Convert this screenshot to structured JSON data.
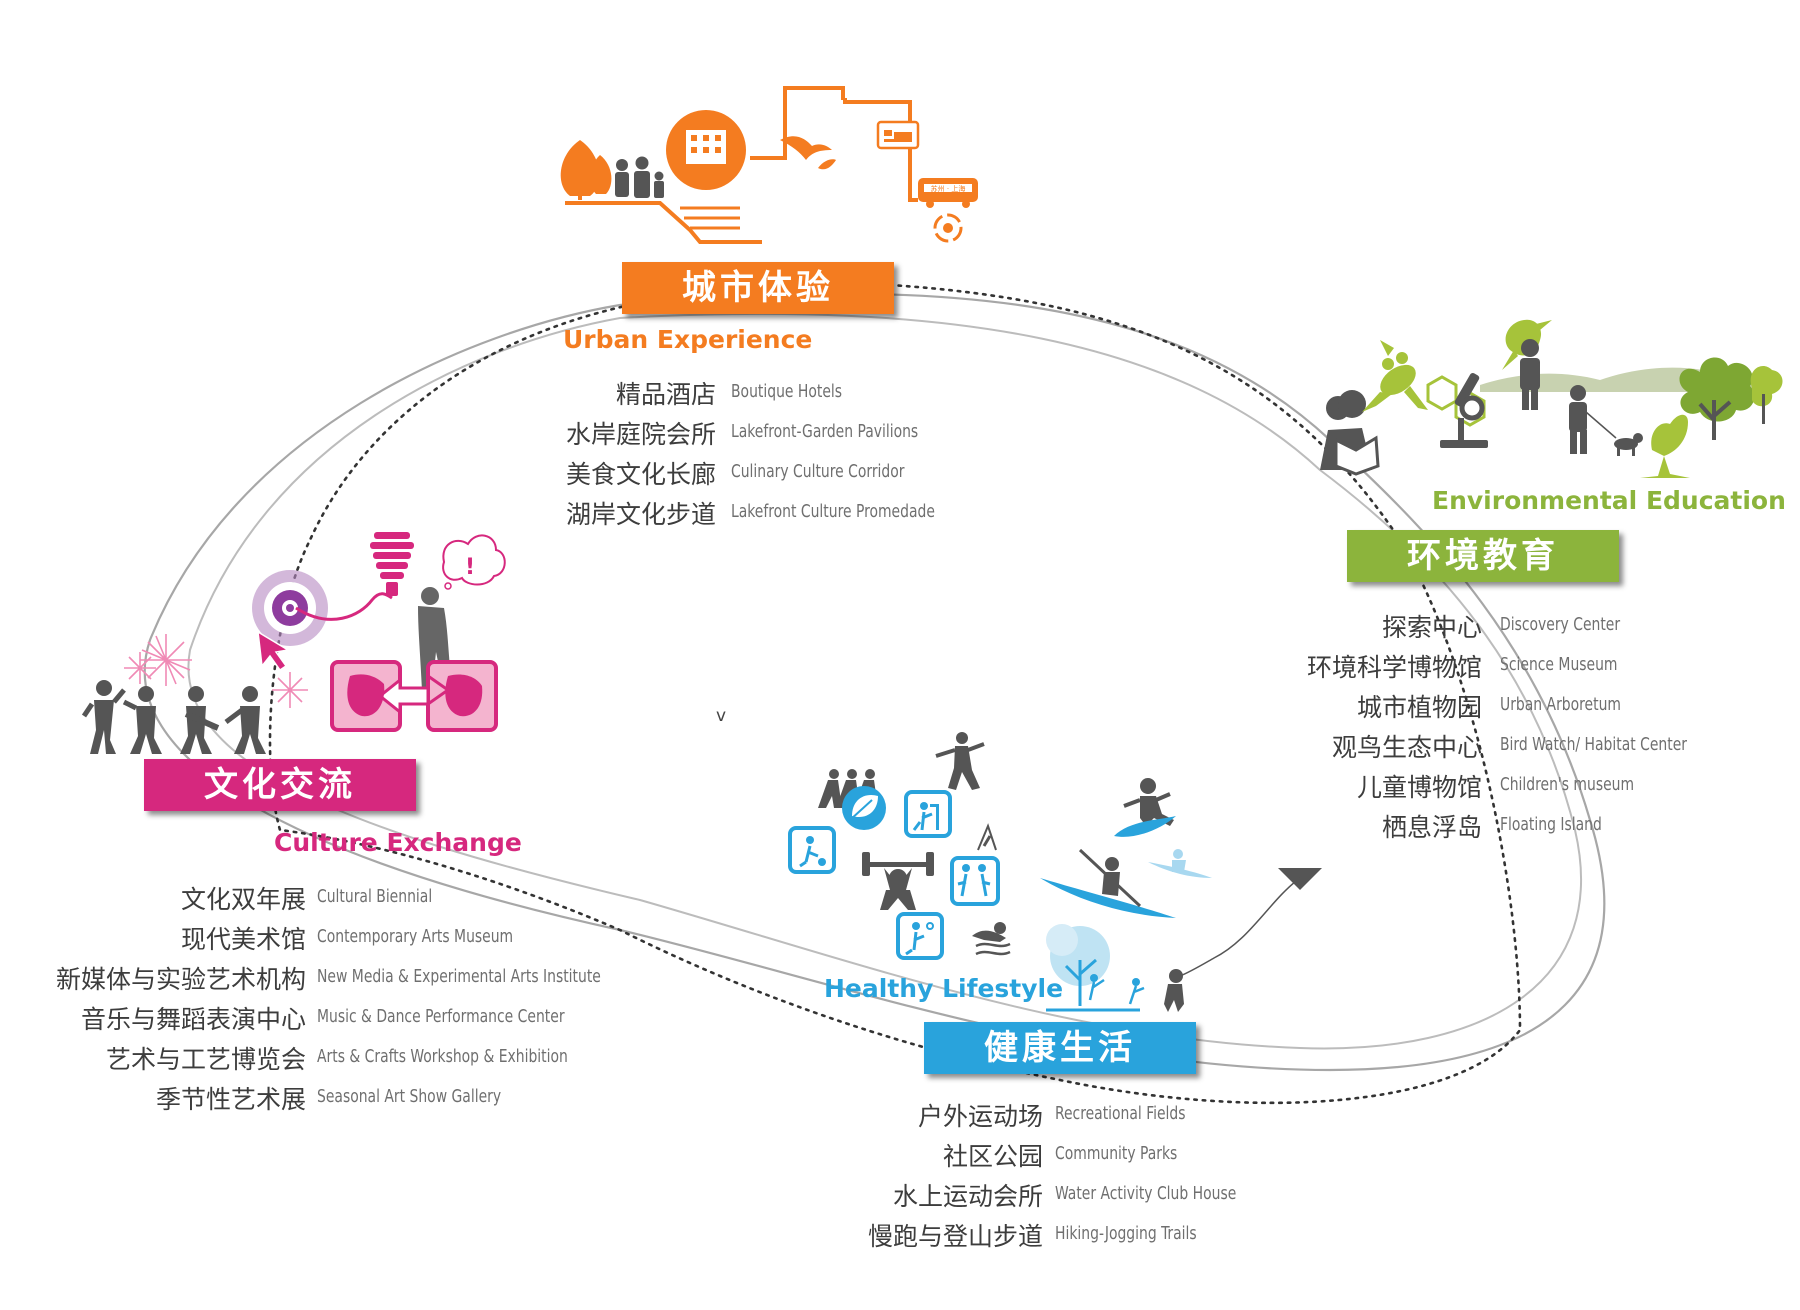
{
  "colors": {
    "urban": "#f47c20",
    "environment": "#8cb43c",
    "culture": "#d6287e",
    "health": "#29a3dc",
    "loop_gray": "#9c9c9c",
    "loop_dotted": "#333333",
    "text_zh": "#3d3d3d",
    "text_en": "#6f6f6f"
  },
  "stray_text": "v",
  "urban": {
    "zh_title": "城市体验",
    "en_title": "Urban Experience",
    "items": [
      {
        "zh": "精品酒店",
        "en": "Boutique Hotels"
      },
      {
        "zh": "水岸庭院会所",
        "en": "Lakefront-Garden Pavilions"
      },
      {
        "zh": "美食文化长廊",
        "en": "Culinary Culture Corridor"
      },
      {
        "zh": "湖岸文化步道",
        "en": "Lakefront Culture Promedade"
      }
    ],
    "icons": [
      "tree-icon",
      "family-icon",
      "building-icon",
      "bird-icon",
      "hotel-icon",
      "bus-icon",
      "recycle-icon",
      "water-icon"
    ],
    "bus_text": "苏州 · 上海"
  },
  "environment": {
    "zh_title": "环境教育",
    "en_title": "Environmental Education",
    "items": [
      {
        "zh": "探索中心",
        "en": "Discovery Center"
      },
      {
        "zh": "环境科学博物馆",
        "en": "Science Museum"
      },
      {
        "zh": "城市植物园",
        "en": "Urban Arboretum"
      },
      {
        "zh": "观鸟生态中心",
        "en": "Bird Watch/ Habitat Center"
      },
      {
        "zh": "儿童博物馆",
        "en": "Children's museum"
      },
      {
        "zh": "栖息浮岛",
        "en": "Floating Island"
      }
    ],
    "icons": [
      "reading-icon",
      "frog-icon",
      "molecule-icon",
      "microscope-icon",
      "bird-icon",
      "person-icon",
      "dog-walker-icon",
      "heron-icon",
      "tree-icon",
      "hills-icon"
    ]
  },
  "culture": {
    "zh_title": "文化交流",
    "en_title": "Culture Exchange",
    "items": [
      {
        "zh": "文化双年展",
        "en": "Cultural Biennial"
      },
      {
        "zh": "现代美术馆",
        "en": "Contemporary Arts Museum"
      },
      {
        "zh": "新媒体与实验艺术机构",
        "en": "New Media & Experimental Arts Institute"
      },
      {
        "zh": "音乐与舞蹈表演中心",
        "en": "Music & Dance Performance Center"
      },
      {
        "zh": "艺术与工艺博览会",
        "en": "Arts & Crafts Workshop & Exhibition"
      },
      {
        "zh": "季节性艺术展",
        "en": "Seasonal Art Show Gallery"
      }
    ],
    "icons": [
      "target-icon",
      "cursor-icon",
      "lightbulb-icon",
      "thinker-icon",
      "speech-bubble-icon",
      "theater-masks-icon",
      "dancers-icon",
      "fireworks-icon"
    ],
    "bubble_text": "!"
  },
  "health": {
    "zh_title": "健康生活",
    "en_title": "Healthy Lifestyle",
    "items": [
      {
        "zh": "户外运动场",
        "en": "Recreational Fields"
      },
      {
        "zh": "社区公园",
        "en": "Community Parks"
      },
      {
        "zh": "水上运动会所",
        "en": "Water Activity Club House"
      },
      {
        "zh": "慢跑与登山步道",
        "en": "Hiking-Jogging Trails"
      }
    ],
    "icons": [
      "hikers-icon",
      "leaf-icon",
      "basketball-icon",
      "soccer-icon",
      "weightlifter-icon",
      "tennis-icon",
      "walkers-icon",
      "taichi-icon",
      "surfer-icon",
      "kayak-icon",
      "swimmer-icon",
      "park-tree-icon",
      "kite-icon",
      "climber-icon"
    ]
  }
}
